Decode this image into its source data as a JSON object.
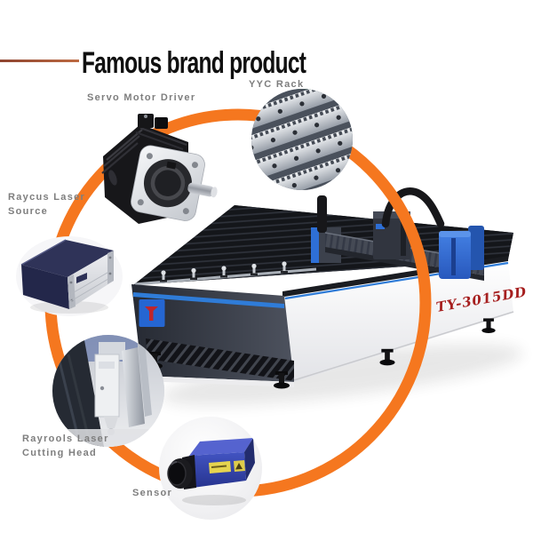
{
  "header": {
    "title": "Famous brand product",
    "accent_line_color": "#9c4a30"
  },
  "ring": {
    "color": "#f5771f"
  },
  "machine": {
    "model_label": "TY-3015DD",
    "model_color": "#a61f1f",
    "accent_blue": "#2f7cd8"
  },
  "callouts": {
    "servo_motor": {
      "label": "Servo Motor Driver"
    },
    "yyc_rack": {
      "label": "YYC Rack"
    },
    "laser_source": {
      "label": "Raycus Laser\nSource"
    },
    "cutting_head": {
      "label": "Rayrools Laser\nCutting Head"
    },
    "sensor": {
      "label": "Sensor"
    }
  }
}
